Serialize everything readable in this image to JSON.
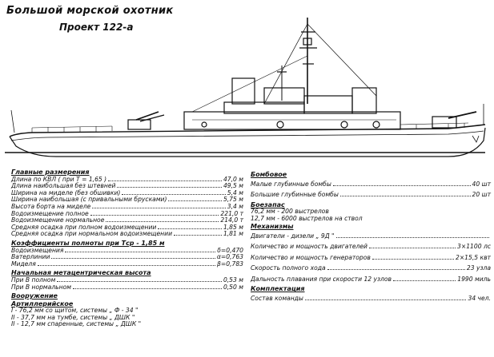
{
  "header": {
    "title": "Большой морской охотник",
    "subtitle": "Проект 122-а"
  },
  "left": {
    "main_dims": {
      "heading": "Главные размерения",
      "rows": [
        {
          "label": "Длина по КВЛ ( при T = 1,65 )",
          "value": "47,0 м"
        },
        {
          "label": "Длина наибольшая без штевней",
          "value": "49,5 м"
        },
        {
          "label": "Ширина на миделе (без обшивки)",
          "value": "5,4 м"
        },
        {
          "label": "Ширина наибольшая (с привальными брусками)",
          "value": "5,75 м"
        },
        {
          "label": "Высота борта на миделе",
          "value": "3,4 м"
        },
        {
          "label": "Водоизмещение полное",
          "value": "221,0 т"
        },
        {
          "label": "Водоизмещение нормальное",
          "value": "214,0 т"
        },
        {
          "label": "Средняя осадка при полном водоизмещении",
          "value": "1,85 м"
        },
        {
          "label": "Средняя осадка при нормальном водоизмещении",
          "value": "1,81 м"
        }
      ]
    },
    "coeffs": {
      "heading": "Коэффициенты полноты при Tср - 1,85 м",
      "rows": [
        {
          "label": "Водоизмещения",
          "value": "δ=0,470"
        },
        {
          "label": "Ватерлинии",
          "value": "α=0,763"
        },
        {
          "label": "Миделя",
          "value": "β=0,783"
        }
      ]
    },
    "metacentric": {
      "heading": "Начальная метацентрическая высота",
      "rows": [
        {
          "label": "При  В полном",
          "value": "0,53 м"
        },
        {
          "label": "При  В нормальном",
          "value": "0,50 м"
        }
      ]
    },
    "armament": {
      "heading": "Вооружение",
      "subheading": "Артиллерийское",
      "lines": [
        "I - 76,2 мм со щитом, системы „ Ф - 34 \"",
        "II - 37,7 мм на тумбе, системы „ ДШК \"",
        "II - 12,7 мм спаренные, системы „ ДШК \""
      ]
    }
  },
  "right": {
    "bombs": {
      "heading": "Бомбовое",
      "rows": [
        {
          "label": "Малые глубинные бомбы",
          "value": "40 шт"
        },
        {
          "label": "Большие глубинные бомбы",
          "value": "20 шт"
        }
      ]
    },
    "ammo": {
      "heading": "Боезапас",
      "lines": [
        "76,2 мм - 200 выстрелов",
        "12,7 мм - 6000  выстрелов на ствол"
      ]
    },
    "machinery": {
      "heading": "Механизмы",
      "rows": [
        {
          "label": "Двигатели - дизели „ 9Д \"",
          "value": ""
        },
        {
          "label": "Количество и мощность двигателей",
          "value": "3×1100 лс"
        },
        {
          "label": "Количество и мощность генераторов",
          "value": "2×15,5 квт"
        },
        {
          "label": "Скорость полного хода",
          "value": "23 узла"
        },
        {
          "label": "Дальность плавания при скорости 12 узлов",
          "value": "1990 миль"
        }
      ]
    },
    "crew": {
      "heading": "Комплектация",
      "rows": [
        {
          "label": "Состав команды",
          "value": "34 чел."
        }
      ]
    }
  }
}
